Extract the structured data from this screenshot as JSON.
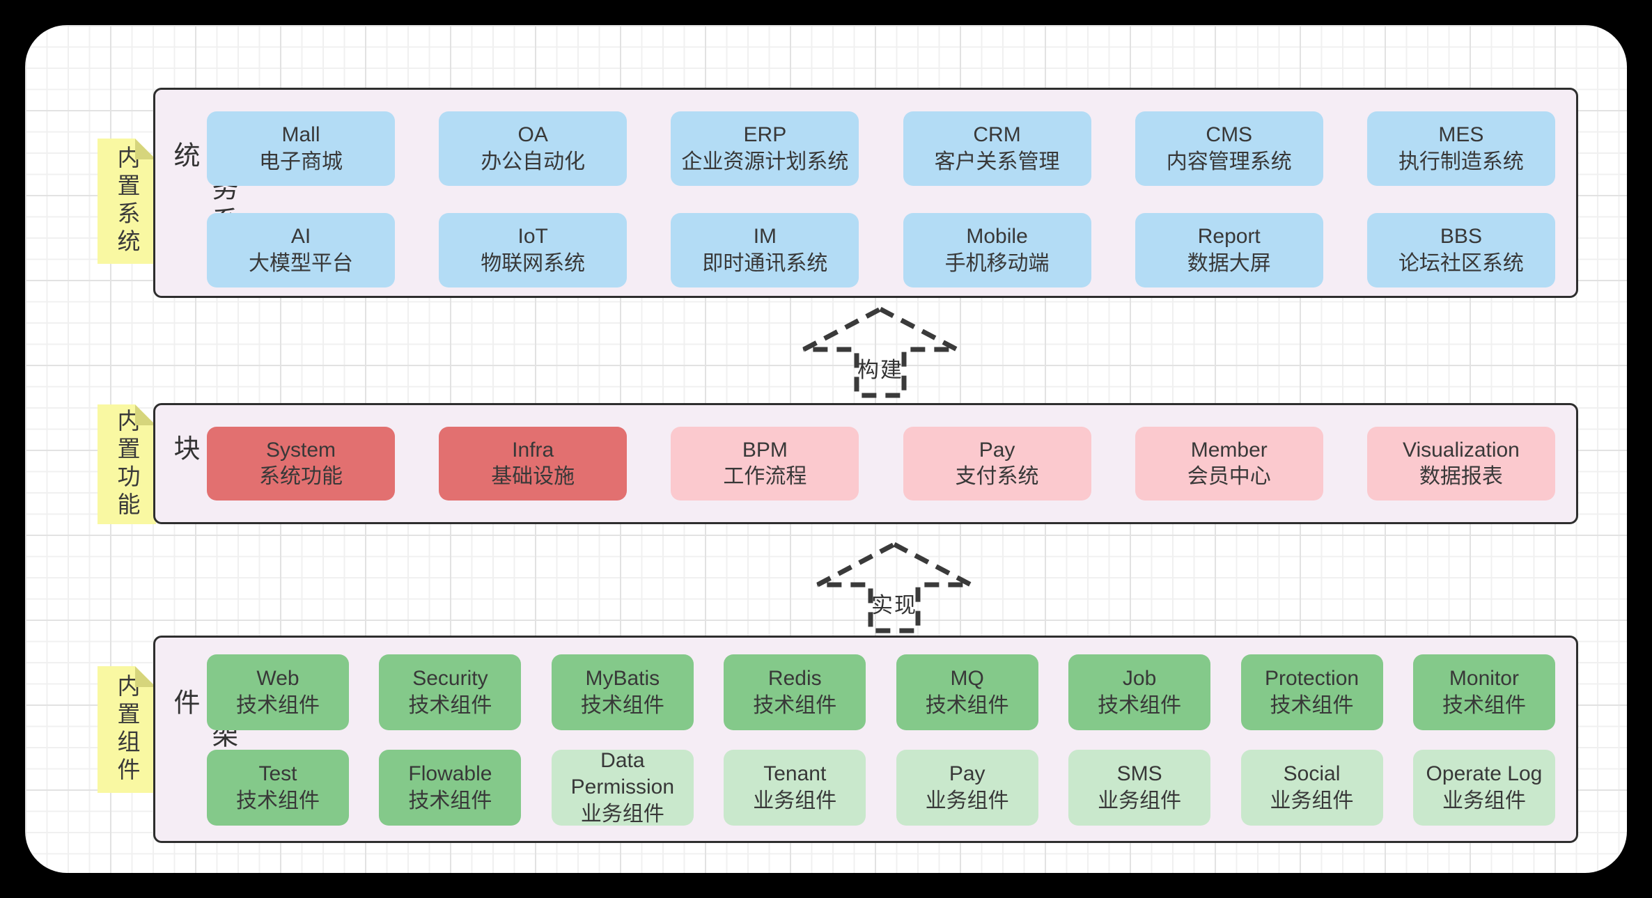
{
  "palette": {
    "blue": "#b3dcf5",
    "red_strong": "#e27070",
    "red_soft": "#fbc9ce",
    "green_strong": "#84c98a",
    "green_soft": "#c9e8cc",
    "panel_bg": "#f5edf5",
    "panel_border": "#2e2e2e",
    "sticky_yellow": "#f9f8a2",
    "sticky_fold": "#d6d57c",
    "text": "#383838",
    "arrow_dash": "#3a3a3a"
  },
  "sections": [
    {
      "sticky_label": "内置系统",
      "side_label": "业务系统",
      "rows": [
        [
          {
            "en": "Mall",
            "zh": "电子商城",
            "variant": "blue"
          },
          {
            "en": "OA",
            "zh": "办公自动化",
            "variant": "blue"
          },
          {
            "en": "ERP",
            "zh": "企业资源计划系统",
            "variant": "blue"
          },
          {
            "en": "CRM",
            "zh": "客户关系管理",
            "variant": "blue"
          },
          {
            "en": "CMS",
            "zh": "内容管理系统",
            "variant": "blue"
          },
          {
            "en": "MES",
            "zh": "执行制造系统",
            "variant": "blue"
          }
        ],
        [
          {
            "en": "AI",
            "zh": "大模型平台",
            "variant": "blue"
          },
          {
            "en": "IoT",
            "zh": "物联网系统",
            "variant": "blue"
          },
          {
            "en": "IM",
            "zh": "即时通讯系统",
            "variant": "blue"
          },
          {
            "en": "Mobile",
            "zh": "手机移动端",
            "variant": "blue"
          },
          {
            "en": "Report",
            "zh": "数据大屏",
            "variant": "blue"
          },
          {
            "en": "BBS",
            "zh": "论坛社区系统",
            "variant": "blue"
          }
        ]
      ]
    },
    {
      "sticky_label": "内置功能",
      "side_label": "通用模块",
      "rows": [
        [
          {
            "en": "System",
            "zh": "系统功能",
            "variant": "red_strong"
          },
          {
            "en": "Infra",
            "zh": "基础设施",
            "variant": "red_strong"
          },
          {
            "en": "BPM",
            "zh": "工作流程",
            "variant": "red_soft"
          },
          {
            "en": "Pay",
            "zh": "支付系统",
            "variant": "red_soft"
          },
          {
            "en": "Member",
            "zh": "会员中心",
            "variant": "red_soft"
          },
          {
            "en": "Visualization",
            "zh": "数据报表",
            "variant": "red_soft"
          }
        ]
      ]
    },
    {
      "sticky_label": "内置组件",
      "side_label": "框架组件",
      "rows": [
        [
          {
            "en": "Web",
            "zh": "技术组件",
            "variant": "green_strong"
          },
          {
            "en": "Security",
            "zh": "技术组件",
            "variant": "green_strong"
          },
          {
            "en": "MyBatis",
            "zh": "技术组件",
            "variant": "green_strong"
          },
          {
            "en": "Redis",
            "zh": "技术组件",
            "variant": "green_strong"
          },
          {
            "en": "MQ",
            "zh": "技术组件",
            "variant": "green_strong"
          },
          {
            "en": "Job",
            "zh": "技术组件",
            "variant": "green_strong"
          },
          {
            "en": "Protection",
            "zh": "技术组件",
            "variant": "green_strong"
          },
          {
            "en": "Monitor",
            "zh": "技术组件",
            "variant": "green_strong"
          }
        ],
        [
          {
            "en": "Test",
            "zh": "技术组件",
            "variant": "green_strong"
          },
          {
            "en": "Flowable",
            "zh": "技术组件",
            "variant": "green_strong"
          },
          {
            "en": "Data Permission",
            "zh": "业务组件",
            "variant": "green_soft"
          },
          {
            "en": "Tenant",
            "zh": "业务组件",
            "variant": "green_soft"
          },
          {
            "en": "Pay",
            "zh": "业务组件",
            "variant": "green_soft"
          },
          {
            "en": "SMS",
            "zh": "业务组件",
            "variant": "green_soft"
          },
          {
            "en": "Social",
            "zh": "业务组件",
            "variant": "green_soft"
          },
          {
            "en": "Operate Log",
            "zh": "业务组件",
            "variant": "green_soft"
          }
        ]
      ]
    }
  ],
  "arrows": [
    {
      "label": "构建"
    },
    {
      "label": "实现"
    }
  ]
}
